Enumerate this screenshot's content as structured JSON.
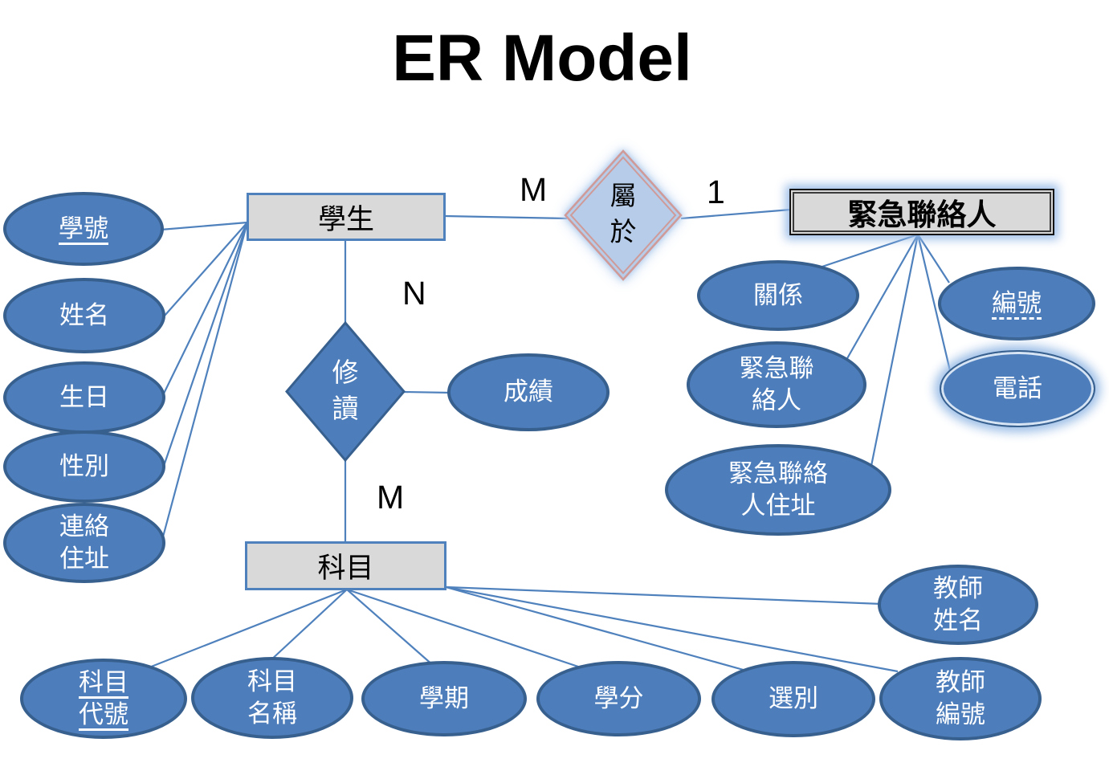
{
  "title": "ER Model",
  "colors": {
    "attribute_fill": "#4d7dbb",
    "attribute_border": "#38608f",
    "entity_fill": "#d9d9d9",
    "entity_border": "#4f81bd",
    "emergency_entity_border": "#141414",
    "belongs_diamond_fill": "#b6cce8",
    "belongs_diamond_border": "#cf9a98",
    "takes_diamond_fill": "#4d7dbb",
    "connector": "#4f81bd",
    "glow": "#a9c7ec",
    "text_on_blue": "#ffffff",
    "text_dark": "#000000"
  },
  "entities": {
    "student": {
      "label": "學生"
    },
    "emergency_contact": {
      "label": "緊急聯絡人"
    },
    "subject": {
      "label": "科目"
    }
  },
  "relationships": {
    "belongs_to": {
      "label": "屬\n於"
    },
    "takes": {
      "label": "修\n讀"
    }
  },
  "cardinalities": {
    "student_belongs": "M",
    "contact_belongs": "1",
    "student_takes": "N",
    "subject_taken": "M"
  },
  "attributes": {
    "student_id": {
      "label": "學號",
      "key": "primary"
    },
    "name": {
      "label": "姓名"
    },
    "birthday": {
      "label": "生日"
    },
    "gender": {
      "label": "性別"
    },
    "contact_address": {
      "label": "連絡\n住址"
    },
    "grade": {
      "label": "成績"
    },
    "relation": {
      "label": "關係"
    },
    "emergency_contact_person": {
      "label": "緊急聯\n絡人"
    },
    "emergency_contact_address": {
      "label": "緊急聯絡\n人住址"
    },
    "serial_no": {
      "label": "編號",
      "key": "partial"
    },
    "phone": {
      "label": "電話",
      "multivalued": true
    },
    "subject_code": {
      "label": "科目\n代號",
      "key": "primary"
    },
    "subject_name": {
      "label": "科目\n名稱"
    },
    "semester": {
      "label": "學期"
    },
    "credit": {
      "label": "學分"
    },
    "elective_type": {
      "label": "選別"
    },
    "teacher_name": {
      "label": "教師\n姓名"
    },
    "teacher_no": {
      "label": "教師\n編號"
    }
  }
}
